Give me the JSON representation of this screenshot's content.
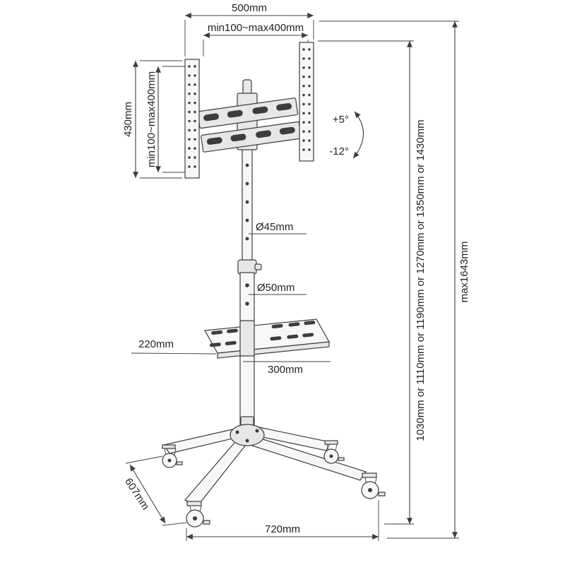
{
  "diagram": {
    "type": "technical-dimension-drawing",
    "subject": "mobile TV trolley stand with tilting mount, shelf and casters",
    "colors": {
      "line": "#3d3d3d",
      "text": "#222222",
      "fill": "#f7f7f7",
      "background": "#ffffff"
    },
    "dimensions": {
      "top_width": "500mm",
      "vesa_horizontal": "min100~max400mm",
      "bracket_height": "430mm",
      "vesa_vertical": "min100~max400mm",
      "tilt_up": "+5°",
      "tilt_down": "-12°",
      "upper_pole_diameter": "Ø45mm",
      "lower_pole_diameter": "Ø50mm",
      "shelf_depth": "220mm",
      "shelf_width": "300mm",
      "base_depth": "607mm",
      "base_width": "720mm",
      "height_options": "1030mm or 1110mm or 1190mm or 1270mm or 1350mm or 1430mm",
      "max_height": "max1643mm"
    }
  }
}
